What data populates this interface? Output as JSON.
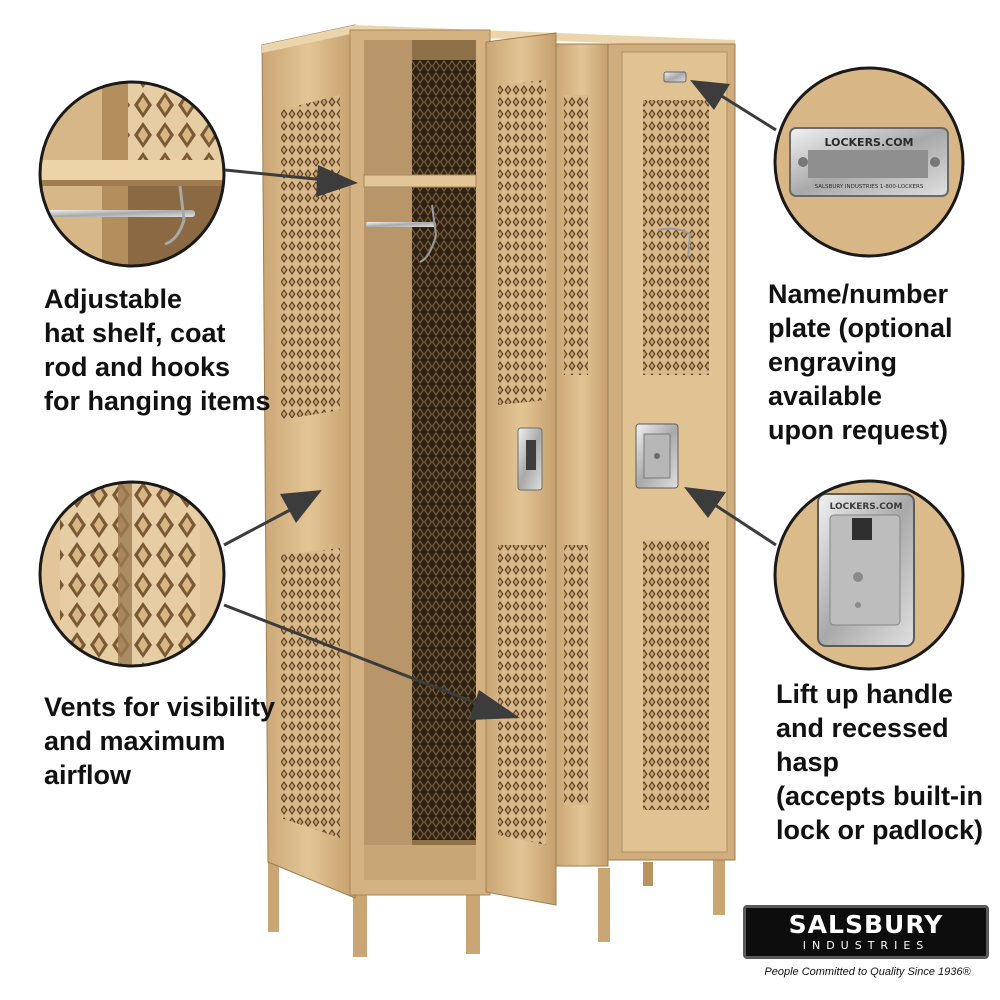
{
  "callouts": {
    "shelf": "Adjustable\nhat shelf, coat\nrod and hooks\nfor hanging items",
    "vents": "Vents for visibility\nand maximum\nairflow",
    "plate": "Name/number\nplate (optional\nengraving available\nupon request)",
    "handle": "Lift up handle\nand recessed hasp\n(accepts built-in\nlock or padlock)"
  },
  "detail_text": {
    "plate_top": "LOCKERS.COM",
    "plate_bottom": "SALSBURY INDUSTRIES   1-800-LOCKERS",
    "hasp": "LOCKERS.COM"
  },
  "brand": {
    "name": "SALSBURY",
    "sub": "INDUSTRIES",
    "tagline": "People Committed to Quality Since 1936®"
  },
  "colors": {
    "locker_tan": "#d9b88a",
    "locker_shadow": "#b08f62",
    "locker_interior": "#8c6e48",
    "mesh_dark": "#3a2a18",
    "arrow": "#3c3c3c",
    "text": "#111111",
    "logo_bg": "#0d0d0d"
  },
  "icons": {
    "arrows": "callout-arrow",
    "circles": "magnified-detail"
  }
}
